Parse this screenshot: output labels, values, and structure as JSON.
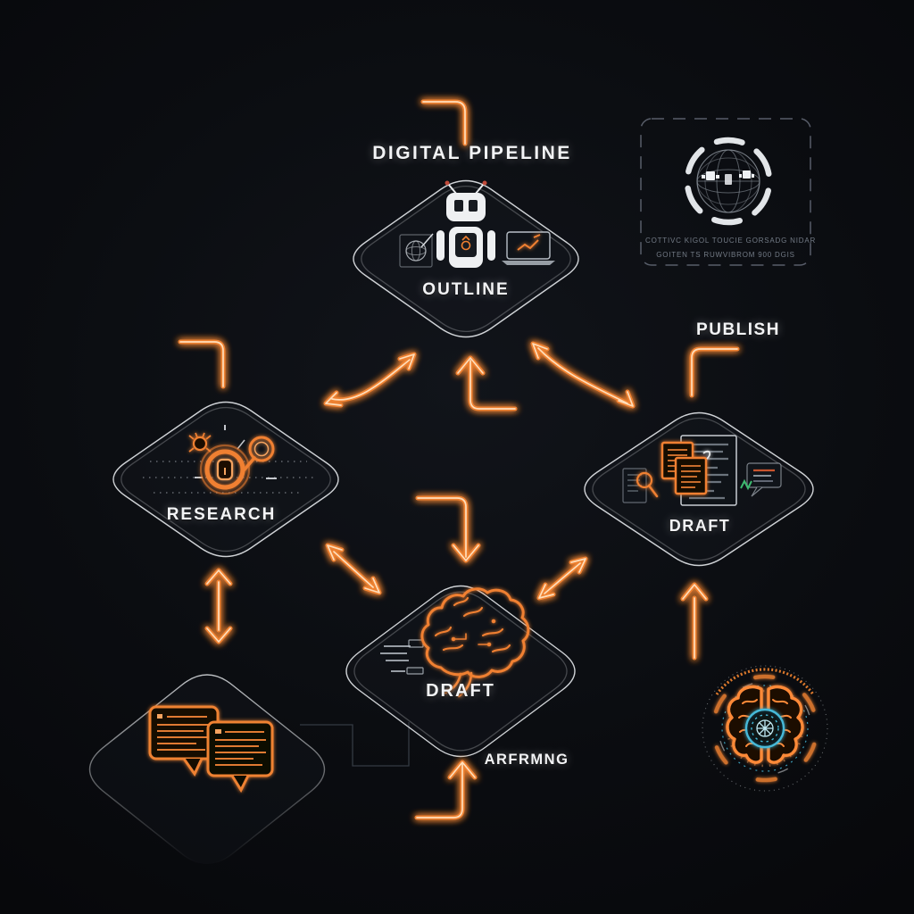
{
  "title": {
    "text": "DIGITAL PIPELINE"
  },
  "nodes": {
    "outline": {
      "label": "OUTLINE"
    },
    "research": {
      "label": "RESEARCH"
    },
    "draft_right": {
      "label": "DRAFT"
    },
    "draft_center": {
      "label": "DRAFT"
    }
  },
  "labels": {
    "publish": "PUBLISH",
    "refining": "ARFRMNG"
  },
  "info_card": {
    "line1": "COTTIVC KIGOL TOUCIE GORSADG NIDAR",
    "line2": "GOITEN TS RUWVIBROM 900 DGIS"
  },
  "colors": {
    "background": "#0b0d11",
    "accent_orange": "#ef8233",
    "arrow_core": "#ffe3c2",
    "node_stroke": "#e6e9ec",
    "text_white": "#f3f4f6",
    "muted_gray": "#7a828c",
    "cyan": "#46b9d8",
    "green": "#3dba6f"
  },
  "icons": {
    "outline_node": [
      "globe-sketch-icon",
      "robot-icon",
      "laptop-sketch-icon"
    ],
    "research_node": [
      "bug-icon",
      "target-ring-icon",
      "magnifier-icon"
    ],
    "draft_right_node": [
      "doc-search-icon",
      "stacked-documents-icon",
      "chat-note-icon"
    ],
    "draft_center_node": [
      "text-lines-icon",
      "brain-icon"
    ],
    "bottom_left_node": [
      "chat-bubbles-icon"
    ],
    "bottom_right": [
      "brain-core-emblem"
    ],
    "top_right": [
      "globe-ring-card"
    ]
  }
}
